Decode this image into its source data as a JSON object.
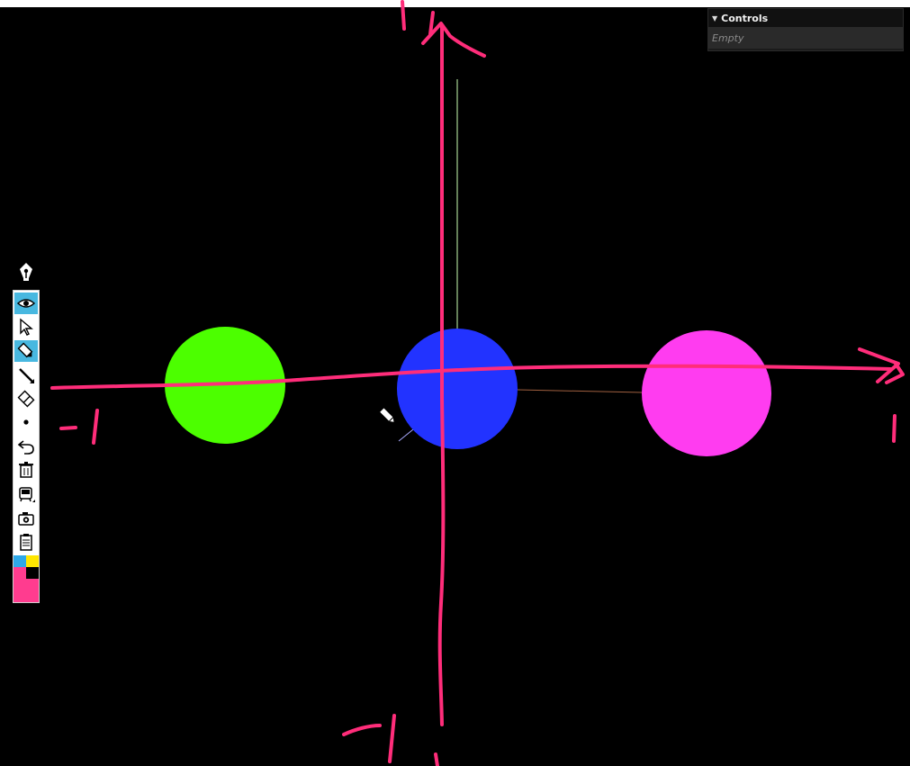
{
  "controls_panel": {
    "title": "Controls",
    "body_text": "Empty"
  },
  "handwriting": {
    "left_label": "-1",
    "right_label": "1",
    "top_label": "1",
    "bottom_label": "-1"
  },
  "circles": [
    {
      "name": "green",
      "color": "#4cff00"
    },
    {
      "name": "blue",
      "color": "#2233ff"
    },
    {
      "name": "magenta",
      "color": "#ff3cf0"
    }
  ],
  "ink_color": "#ff2d7a",
  "toolbar": {
    "tools": [
      {
        "icon": "eye-icon",
        "active": true
      },
      {
        "icon": "select-arrow-icon",
        "active": false
      },
      {
        "icon": "pen-icon",
        "active": true
      },
      {
        "icon": "line-icon",
        "active": false
      },
      {
        "icon": "eraser-icon",
        "active": false
      },
      {
        "icon": "dot-size-icon",
        "active": false
      },
      {
        "icon": "undo-icon",
        "active": false
      },
      {
        "icon": "trash-icon",
        "active": false
      },
      {
        "icon": "tram-icon",
        "active": false
      },
      {
        "icon": "camera-icon",
        "active": false
      },
      {
        "icon": "clipboard-icon",
        "active": false
      }
    ],
    "colors": {
      "cyan": "#2ea8e8",
      "yellow": "#ffe600",
      "black": "#000000",
      "pink": "#ff3c8f"
    }
  }
}
